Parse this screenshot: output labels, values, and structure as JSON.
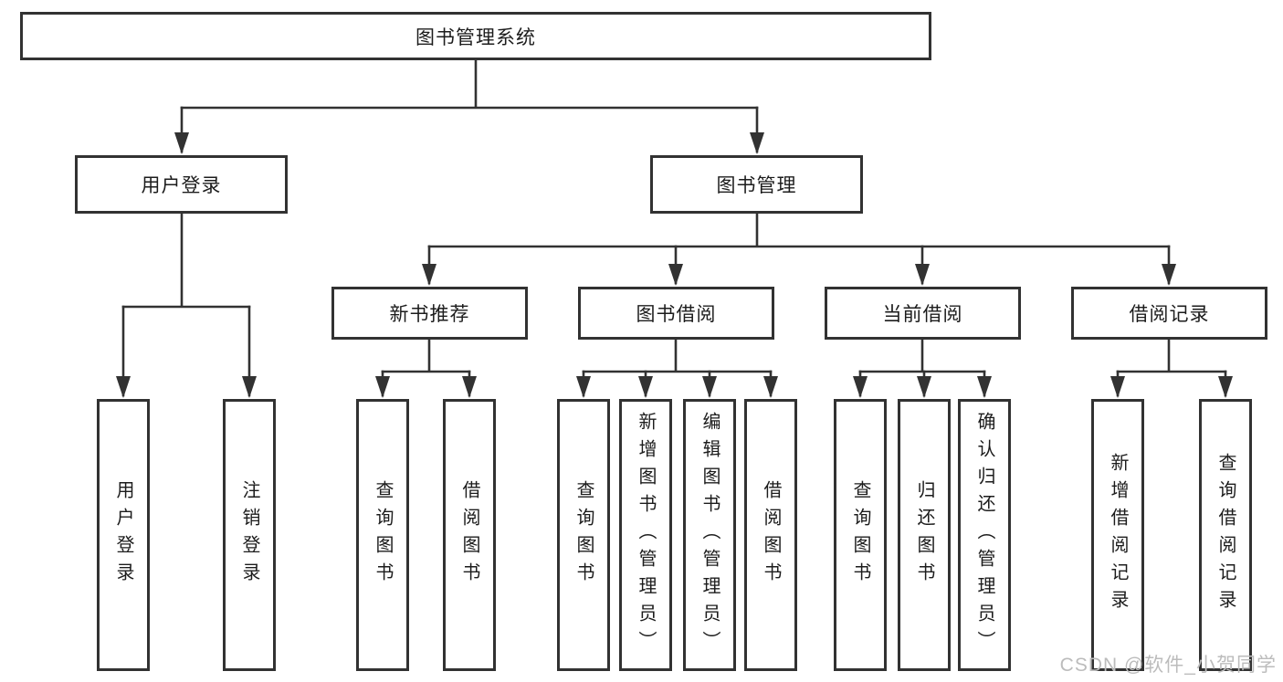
{
  "title": "图书管理系统",
  "colors": {
    "border": "#323232",
    "line": "#323232",
    "text": "#1c1c1c",
    "watermark": "#bcbcbc"
  },
  "level2": [
    {
      "label": "用户登录",
      "parent": "图书管理系统"
    },
    {
      "label": "图书管理",
      "parent": "图书管理系统"
    }
  ],
  "level3": [
    {
      "label": "新书推荐",
      "parent": "图书管理"
    },
    {
      "label": "图书借阅",
      "parent": "图书管理"
    },
    {
      "label": "当前借阅",
      "parent": "图书管理"
    },
    {
      "label": "借阅记录",
      "parent": "图书管理"
    }
  ],
  "leaves": [
    {
      "label": "用户登录",
      "parent": "用户登录"
    },
    {
      "label": "注销登录",
      "parent": "用户登录"
    },
    {
      "label": "查询图书",
      "parent": "新书推荐"
    },
    {
      "label": "借阅图书",
      "parent": "新书推荐"
    },
    {
      "label": "查询图书",
      "parent": "图书借阅"
    },
    {
      "label": "新增图书（管理员）",
      "parent": "图书借阅"
    },
    {
      "label": "编辑图书（管理员）",
      "parent": "图书借阅"
    },
    {
      "label": "借阅图书",
      "parent": "图书借阅"
    },
    {
      "label": "查询图书",
      "parent": "当前借阅"
    },
    {
      "label": "归还图书",
      "parent": "当前借阅"
    },
    {
      "label": "确认归还（管理员）",
      "parent": "当前借阅"
    },
    {
      "label": "新增借阅记录",
      "parent": "借阅记录"
    },
    {
      "label": "查询借阅记录",
      "parent": "借阅记录"
    }
  ],
  "watermark": "CSDN @软件_小贺同学"
}
